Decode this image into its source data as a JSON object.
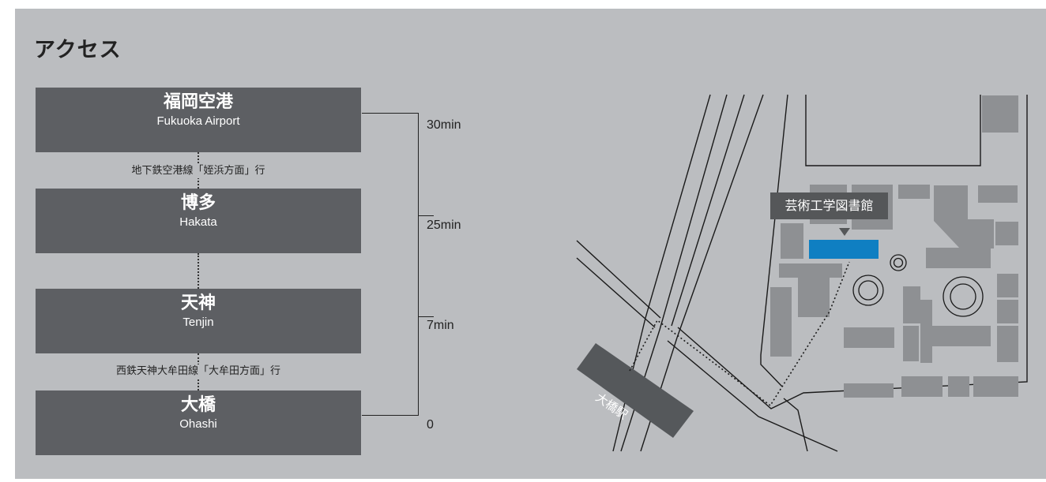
{
  "title": "アクセス",
  "stations": [
    {
      "jp": "福岡空港",
      "en": "Fukuoka Airport"
    },
    {
      "jp": "博多",
      "en": "Hakata"
    },
    {
      "jp": "天神",
      "en": "Tenjin"
    },
    {
      "jp": "大橋",
      "en": "Ohashi"
    }
  ],
  "lines": [
    "地下鉄空港線「姪浜方面」行",
    "西鉄天神大牟田線「大牟田方面」行"
  ],
  "times": [
    "30min",
    "25min",
    "7min",
    "0"
  ],
  "map": {
    "building_label": "芸術工学図書館",
    "station_label": "大橋駅",
    "colors": {
      "background": "#bbbdc0",
      "block": "#8e9093",
      "station": "#55585b",
      "highlight": "#0f7fc2"
    }
  }
}
